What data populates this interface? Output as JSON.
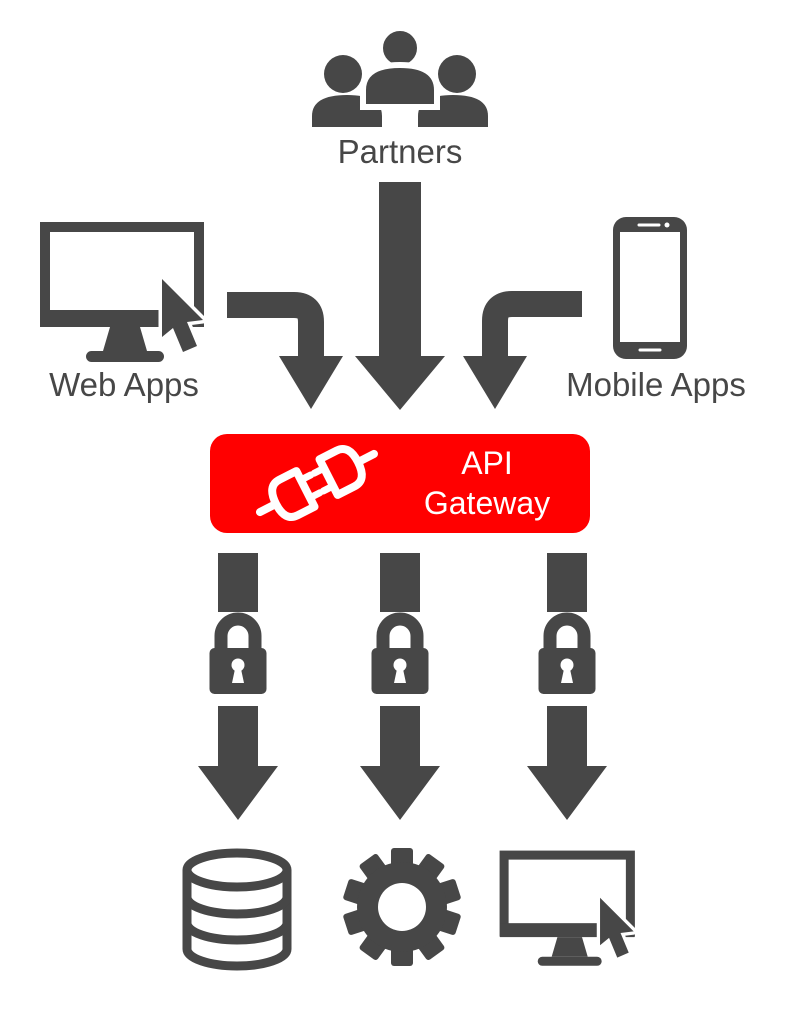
{
  "diagram": {
    "background": "#FFFFFF",
    "colors": {
      "shape_gray": "#474747",
      "gateway_red": "#FF0000",
      "gateway_text": "#FFFFFF",
      "label_text": "#474747"
    },
    "nodes": {
      "partners": {
        "label": "Partners",
        "icon": "people-group-icon"
      },
      "web_apps": {
        "label": "Web Apps",
        "icon": "monitor-cursor-icon"
      },
      "mobile_apps": {
        "label": "Mobile Apps",
        "icon": "smartphone-icon"
      },
      "api_gateway": {
        "line1": "API",
        "line2": "Gateway",
        "icon": "plug-icon",
        "fill": "#FF0000"
      },
      "backend_left": {
        "icon": "database-icon"
      },
      "backend_center": {
        "icon": "gear-icon"
      },
      "backend_right": {
        "icon": "monitor-cursor-icon"
      }
    },
    "edges": [
      {
        "from": "web_apps",
        "to": "api_gateway",
        "type": "elbow-arrow"
      },
      {
        "from": "partners",
        "to": "api_gateway",
        "type": "straight-arrow"
      },
      {
        "from": "mobile_apps",
        "to": "api_gateway",
        "type": "elbow-arrow"
      },
      {
        "from": "api_gateway",
        "to": "backend_left",
        "type": "arrow",
        "secured_with": "lock-icon"
      },
      {
        "from": "api_gateway",
        "to": "backend_center",
        "type": "arrow",
        "secured_with": "lock-icon"
      },
      {
        "from": "api_gateway",
        "to": "backend_right",
        "type": "arrow",
        "secured_with": "lock-icon"
      }
    ]
  }
}
